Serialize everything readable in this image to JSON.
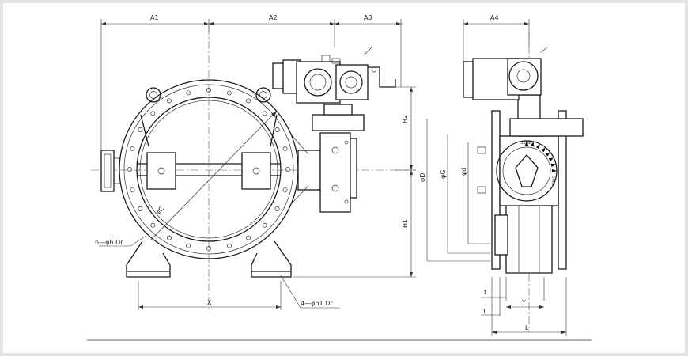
{
  "drawing": {
    "front_view": {
      "dim_top": [
        "A1",
        "A2",
        "A3"
      ],
      "dim_right": [
        "H2",
        "H1"
      ],
      "bore_label": "φC",
      "bolt_hole_label": "n—φh  Dr.",
      "foot_hole_label": "4—φh1  Dr.",
      "foot_span_label": "X"
    },
    "side_view": {
      "dim_top": "A4",
      "dim_left": [
        "φD",
        "φG",
        "φd"
      ],
      "dim_bottom": [
        "f",
        "T",
        "Y",
        "L"
      ],
      "dial_close": "CLOSE",
      "dial_open": "OPEN"
    }
  }
}
